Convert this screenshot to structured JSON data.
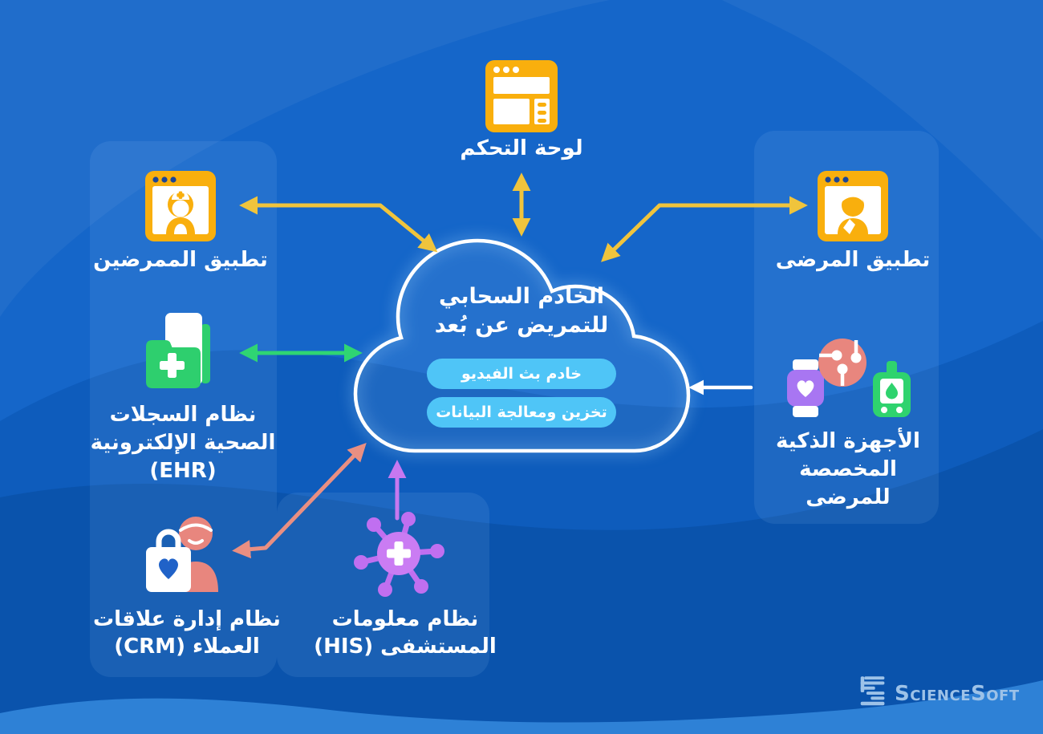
{
  "cloud": {
    "title_lines": [
      "الخادم السحابي",
      "للتمريض عن بُعد"
    ],
    "pills": [
      "خادم بث الفيديو",
      "تخزين ومعالجة البيانات"
    ]
  },
  "nodes": {
    "dashboard": {
      "label_lines": [
        "لوحة التحكم"
      ]
    },
    "nurse_app": {
      "label_lines": [
        "تطبيق الممرضين"
      ]
    },
    "ehr": {
      "label_lines": [
        "نظام السجلات",
        "الصحية الإلكترونية",
        "(EHR)"
      ]
    },
    "crm": {
      "label_lines": [
        "نظام إدارة علاقات",
        "العملاء (CRM)"
      ]
    },
    "his": {
      "label_lines": [
        "نظام معلومات",
        "المستشفى (HIS)"
      ]
    },
    "patient_app": {
      "label_lines": [
        "تطبيق المرضى"
      ]
    },
    "smart_devices": {
      "label_lines": [
        "الأجهزة الذكية",
        "المخصصة",
        "للمرضى"
      ]
    }
  },
  "branding": {
    "logo_text": "ScienceSoft"
  },
  "colors": {
    "background": "#0E5CBC",
    "icon_yellow": "#F9AF0D",
    "arrow_yellow": "#F0C43C",
    "accent_green": "#2ECF6E",
    "accent_salmon": "#E8867E",
    "accent_purple": "#C678F0",
    "accent_violet": "#A876F2",
    "pill_blue": "#4FC5F7",
    "logo_blue": "#9DC2E8",
    "text_white": "#FFFFFF"
  }
}
